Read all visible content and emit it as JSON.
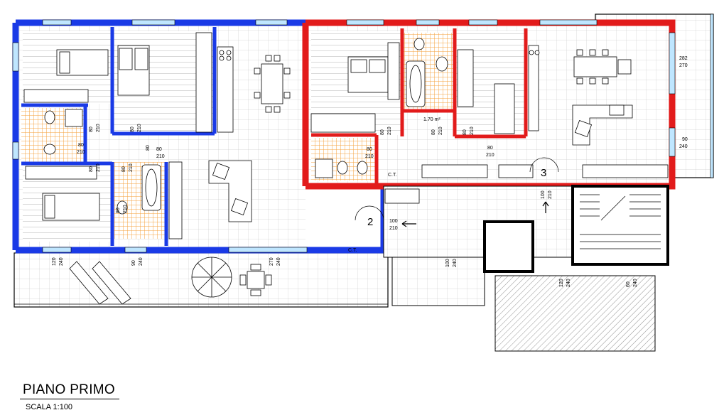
{
  "title": "PIANO PRIMO",
  "scale": "SCALA 1:100",
  "colors": {
    "unit_left_wall": "#1a3ae6",
    "unit_right_wall": "#e21b1b",
    "tile": "#f4a23c",
    "wall": "#000000",
    "hatch": "#555555"
  },
  "unit_numbers": {
    "u2": "2",
    "u3": "3"
  },
  "door_labels": [
    {
      "id": "d1",
      "w": "80",
      "h": "210"
    },
    {
      "id": "d2",
      "w": "80",
      "h": "210"
    },
    {
      "id": "d3",
      "w": "80",
      "h": "210"
    },
    {
      "id": "d4",
      "w": "80",
      "h": "210"
    },
    {
      "id": "d5",
      "w": "80",
      "h": "210"
    },
    {
      "id": "d6",
      "w": "80",
      "h": "210"
    },
    {
      "id": "d7",
      "w": "80",
      "h": "210"
    },
    {
      "id": "d8",
      "w": "80",
      "h": "210"
    },
    {
      "id": "d9",
      "w": "80",
      "h": "210"
    },
    {
      "id": "d10",
      "w": "80",
      "h": "210"
    },
    {
      "id": "d11",
      "w": "80",
      "h": "210"
    },
    {
      "id": "d12",
      "w": "80",
      "h": "210"
    },
    {
      "id": "d13",
      "w": "80",
      "h": "210"
    },
    {
      "id": "d14",
      "w": "100",
      "h": "210"
    },
    {
      "id": "d15",
      "w": "100",
      "h": "210"
    }
  ],
  "window_labels": [
    {
      "id": "w1",
      "w": "120",
      "h": "240"
    },
    {
      "id": "w2",
      "w": "90",
      "h": "240"
    },
    {
      "id": "w3",
      "w": "270",
      "h": "240"
    },
    {
      "id": "w4",
      "w": "100",
      "h": "240"
    },
    {
      "id": "w5",
      "w": "120",
      "h": "240"
    },
    {
      "id": "w6",
      "w": "60",
      "h": "240"
    },
    {
      "id": "w7",
      "w": "282",
      "h": "270"
    },
    {
      "id": "w8",
      "w": "90",
      "h": "240"
    }
  ],
  "room_labels": {
    "ct1": "C.T.",
    "ct2": "C.T.",
    "closet": "1.70 m²"
  }
}
